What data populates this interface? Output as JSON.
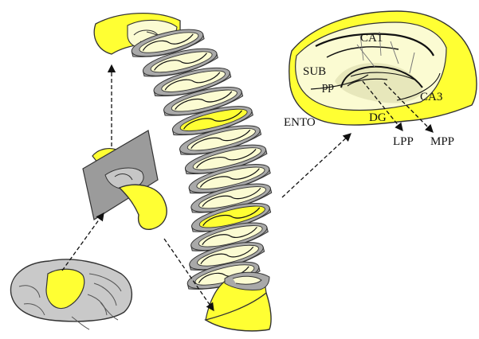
{
  "labels": {
    "ca1": "CA1",
    "sub": "SUB",
    "pp": "pp",
    "ca3": "CA3",
    "ento": "ENTO",
    "dg": "DG",
    "lpp": "LPP",
    "mpp": "MPP"
  },
  "colors": {
    "tissue": "#ffff33",
    "slice_face": "#fbfbd2",
    "gray_edge": "#a9a9a9",
    "plane": "#9b9b9b",
    "brain": "#c9c9c9",
    "ink": "#111111"
  },
  "slice_count": 13
}
